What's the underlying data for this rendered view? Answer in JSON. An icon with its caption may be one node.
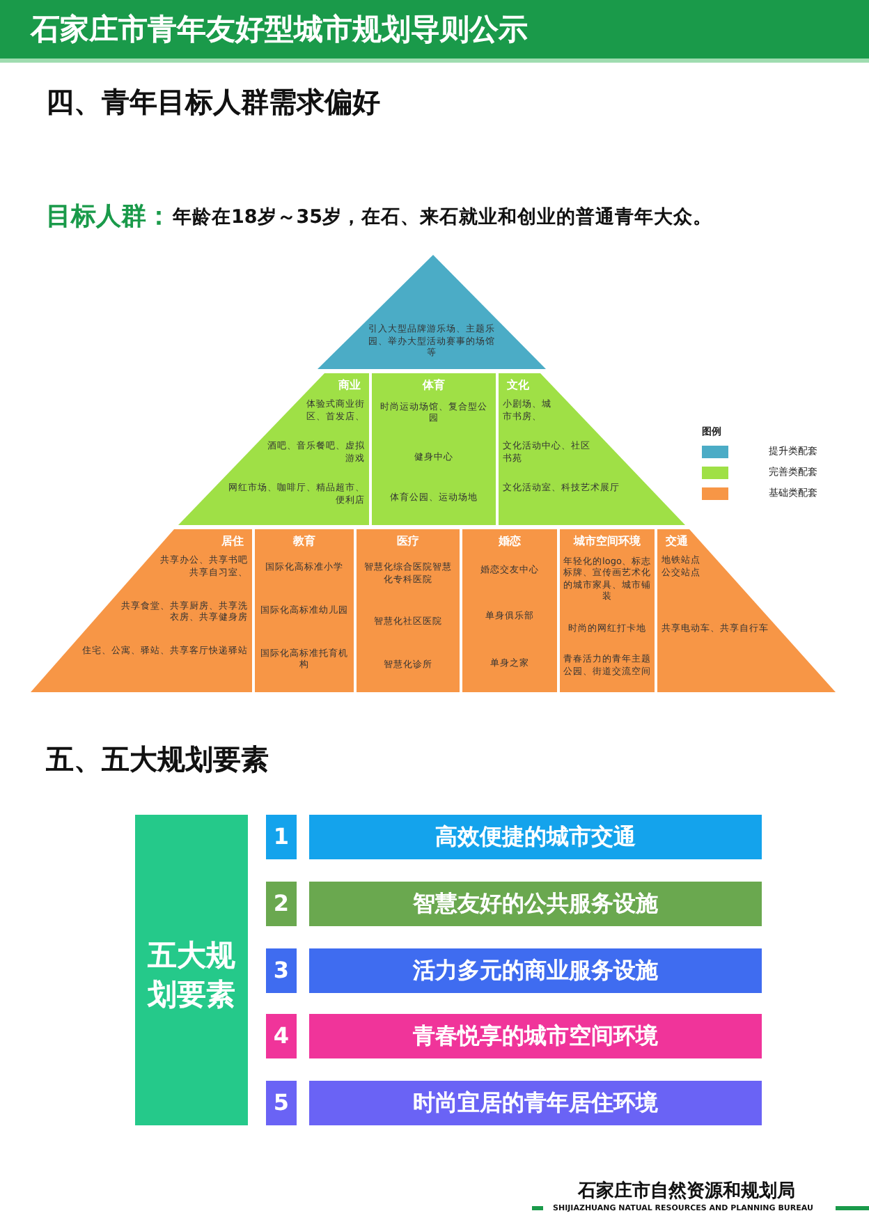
{
  "diagram": {
    "title": "石家庄市青年友好型城市规划导则公示",
    "nodes": [
      {
        "text": [
          "引入大型品牌游乐场、主题乐园、举办大型活动赛事的场馆等"
        ]
      },
      {
        "text": [
          "商业",
          "体验式商业街区、首发店、",
          "酒吧、音乐餐吧、虚拟游戏",
          "网红市场、咖啡厅、精品超市、便利店"
        ]
      },
      {
        "text": [
          "体育",
          "时尚运动场馆、复合型公园",
          "健身中心",
          "体育公园、运动场地"
        ]
      },
      {
        "text": [
          "文化",
          "小剧场、城市书房、",
          "文化活动中心、社区书苑",
          "文化活动室、科技艺术展厅"
        ]
      },
      {
        "text": [
          "居住",
          "共享办公、共享书吧共享自习室、",
          "共享食堂、共享厨房、共享洗衣房、共享健身房",
          "住宅、公寓、驿站、共享客厅快递驿站"
        ]
      },
      {
        "text": [
          "教育",
          "国际化高标准小学",
          "国际化高标准幼儿园",
          "国际化高标准托育机构"
        ]
      },
      {
        "text": [
          "医疗",
          "智慧化综合医院智慧化专科医院",
          "智慧化社区医院",
          "智慧化诊所"
        ]
      },
      {
        "text": [
          "婚恋",
          "婚恋交友中心",
          "单身俱乐部",
          "单身之家"
        ]
      },
      {
        "text": [
          "城市空间环境",
          "年轻化的logo、标志标牌、宣传画艺术化的城市家具、城市铺装",
          "时尚的网红打卡地",
          "青春活力的青年主题公园、街道交流空间"
        ]
      },
      {
        "text": [
          "交通",
          "地铁站点公交站点",
          "共享电动车、共享自行车"
        ]
      },
      {
        "text": [
          "五大规划要素"
        ]
      },
      {
        "text": [
          "1"
        ]
      },
      {
        "text": [
          "高效便捷的城市交通"
        ]
      },
      {
        "text": [
          "2"
        ]
      },
      {
        "text": [
          "智慧友好的公共服务设施"
        ]
      },
      {
        "text": [
          "3"
        ]
      },
      {
        "text": [
          "活力多元的商业服务设施"
        ]
      },
      {
        "text": [
          "4"
        ]
      },
      {
        "text": [
          "青春悦享的城市空间环境"
        ]
      },
      {
        "text": [
          "5"
        ]
      },
      {
        "text": [
          "时尚宜居的青年居住环境"
        ]
      }
    ],
    "labels": [
      "四、青年目标人群需求偏好",
      "目标人群：",
      "年龄在18岁～35岁，在石、来石就业和创业的普通青年大众。",
      "图例",
      "五、五大规划要素",
      "石家庄市自然资源和规划局",
      "SHIJIAZHUANG NATUAL RESOURCES AND PLANNING BUREAU"
    ],
    "legend": [
      {
        "text": "提升类配套",
        "color": "#4bacc6"
      },
      {
        "text": "完善类配套",
        "color": "#9fe046"
      },
      {
        "text": "基础类配套",
        "color": "#f79646"
      }
    ]
  }
}
